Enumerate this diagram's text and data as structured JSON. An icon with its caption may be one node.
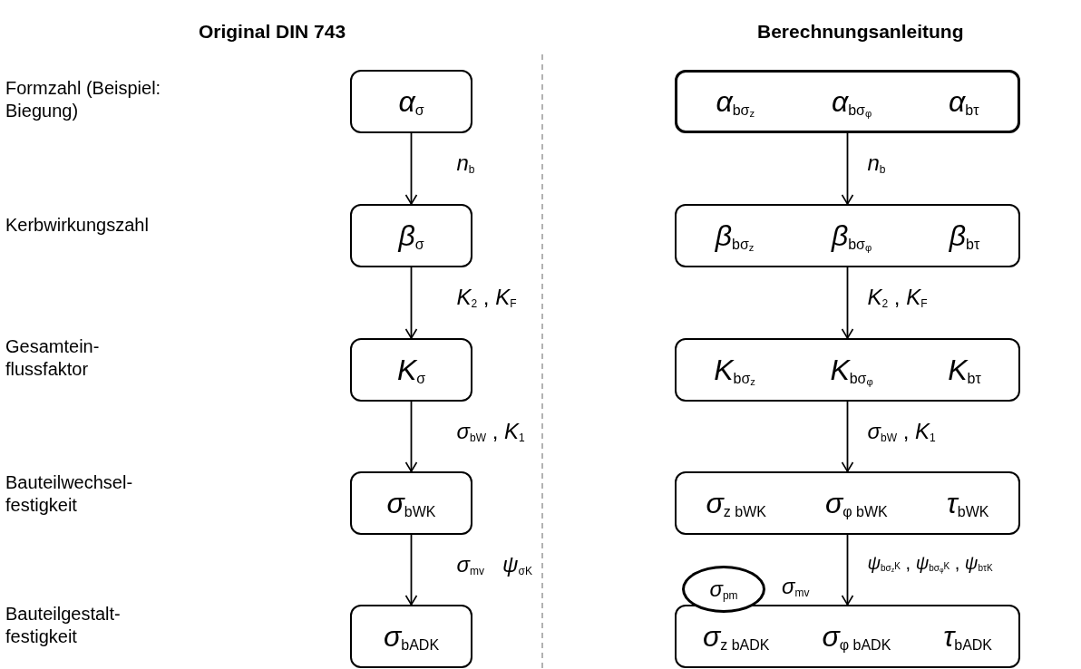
{
  "diagram": {
    "nodes": [
      {
        "text": [
          "*α*$_{σ}$"
        ]
      },
      {
        "text": [
          "*β*$_{σ}$"
        ]
      },
      {
        "text": [
          "*K*$_{σ}$"
        ]
      },
      {
        "text": [
          "*σ*$_{bWK}$"
        ]
      },
      {
        "text": [
          "*σ*$_{bADK}$"
        ]
      },
      {
        "text": [
          "*α*$_{bσ}$$_{z}$",
          "*α*$_{bσ}$$_{φ}$",
          "*α*$_{bτ}$"
        ]
      },
      {
        "text": [
          "*β*$_{bσ}$$_{z}$",
          "*β*$_{bσ}$$_{φ}$",
          "*β*$_{bτ}$"
        ]
      },
      {
        "text": [
          "*K*$_{bσ}$$_{z}$",
          "*K*$_{bσ}$$_{φ}$",
          "*K*$_{bτ}$"
        ]
      },
      {
        "text": [
          "*σ*$_{z bWK}$",
          "*σ*$_{φ bWK}$",
          "*τ*$_{bWK}$"
        ]
      },
      {
        "text": [
          "*σ*$_{z bADK}$",
          "*σ*$_{φ bADK}$",
          "*τ*$_{bADK}$"
        ]
      },
      {
        "text": [
          "*σ*$_{pm}$"
        ]
      }
    ],
    "edges": [
      {
        "from": 0,
        "to": 1,
        "arrow": "to",
        "label": "*n*$_{b}$"
      },
      {
        "from": 1,
        "to": 2,
        "arrow": "to",
        "label": "*K*$_{2}$ , *K*$_{F}$"
      },
      {
        "from": 2,
        "to": 3,
        "arrow": "to",
        "label": "*σ*$_{bW}$ , *K*$_{1}$"
      },
      {
        "from": 3,
        "to": 4,
        "arrow": "to",
        "label": "*σ*$_{mv}$   *ψ*$_{σK}$"
      },
      {
        "from": 5,
        "to": 6,
        "arrow": "to",
        "label": "*n*$_{b}$"
      },
      {
        "from": 6,
        "to": 7,
        "arrow": "to",
        "label": "*K*$_{2}$ , *K*$_{F}$"
      },
      {
        "from": 7,
        "to": 8,
        "arrow": "to",
        "label": "*σ*$_{bW}$ , *K*$_{1}$"
      },
      {
        "from": 8,
        "to": 9,
        "arrow": "to",
        "label": "*ψ*$_{bσ}$$_{z}$$_{K}$ , *ψ*$_{bσ}$$_{φ}$$_{K}$ , *ψ*$_{bτK}$"
      }
    ],
    "labels": [
      "Original DIN 743",
      "Berechnungsanleitung",
      "Formzahl (Beispiel: Biegung)",
      "Kerbwirkungszahl",
      "Gesamtein-flussfaktor",
      "Bauteilwechsel-festigkeit",
      "Bauteilgestalt-festigkeit",
      "*σ*$_{mv}$"
    ]
  }
}
